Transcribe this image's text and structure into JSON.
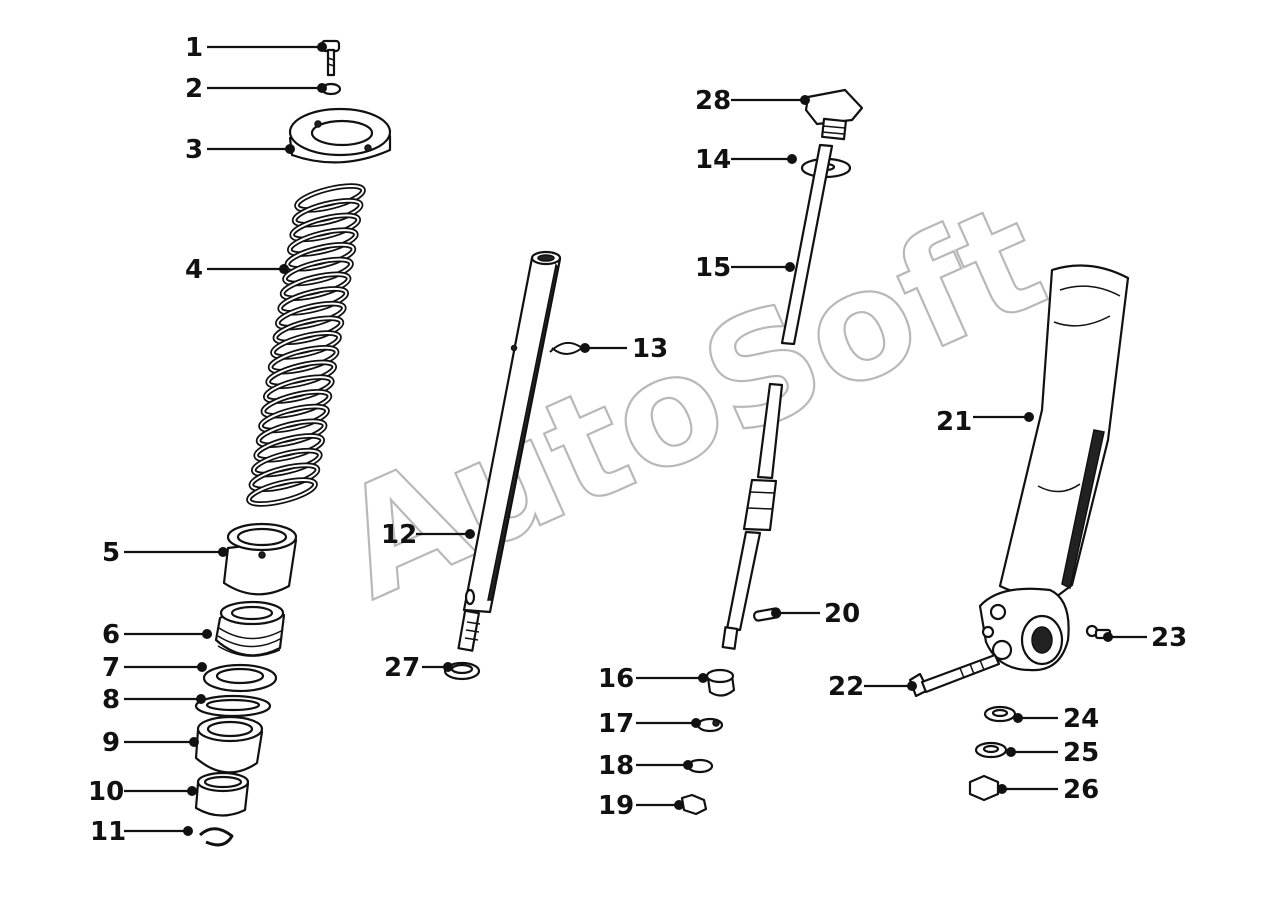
{
  "watermark": "AutoSoft",
  "callouts": [
    "1",
    "2",
    "3",
    "4",
    "5",
    "6",
    "7",
    "8",
    "9",
    "10",
    "11",
    "12",
    "13",
    "14",
    "15",
    "16",
    "17",
    "18",
    "19",
    "20",
    "21",
    "22",
    "23",
    "24",
    "25",
    "26",
    "27",
    "28"
  ]
}
